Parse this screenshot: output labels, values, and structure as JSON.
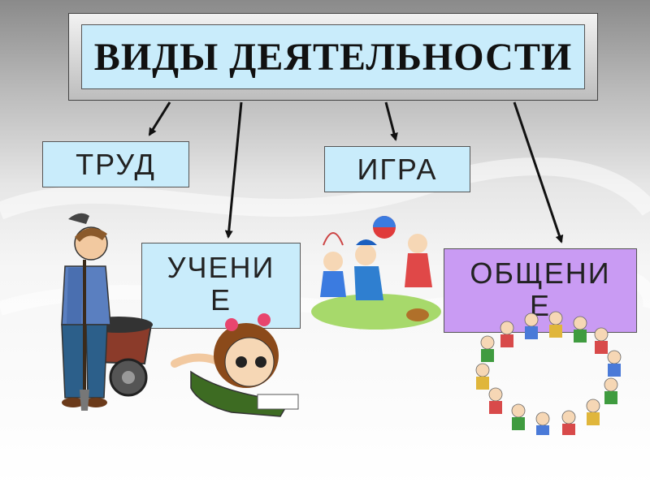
{
  "title": "ВИДЫ ДЕЯТЕЛЬНОСТИ",
  "nodes": {
    "trud": "ТРУД",
    "igra": "ИГРА",
    "uchenie_line1": "УЧЕНИ",
    "uchenie_line2": "Е",
    "obshchenie_line1": "ОБЩЕНИ",
    "obshchenie_line2": "Е"
  },
  "colors": {
    "box_fill": "#c9ecfb",
    "obshchenie_fill": "#c99bf3",
    "arrow": "#111111"
  }
}
